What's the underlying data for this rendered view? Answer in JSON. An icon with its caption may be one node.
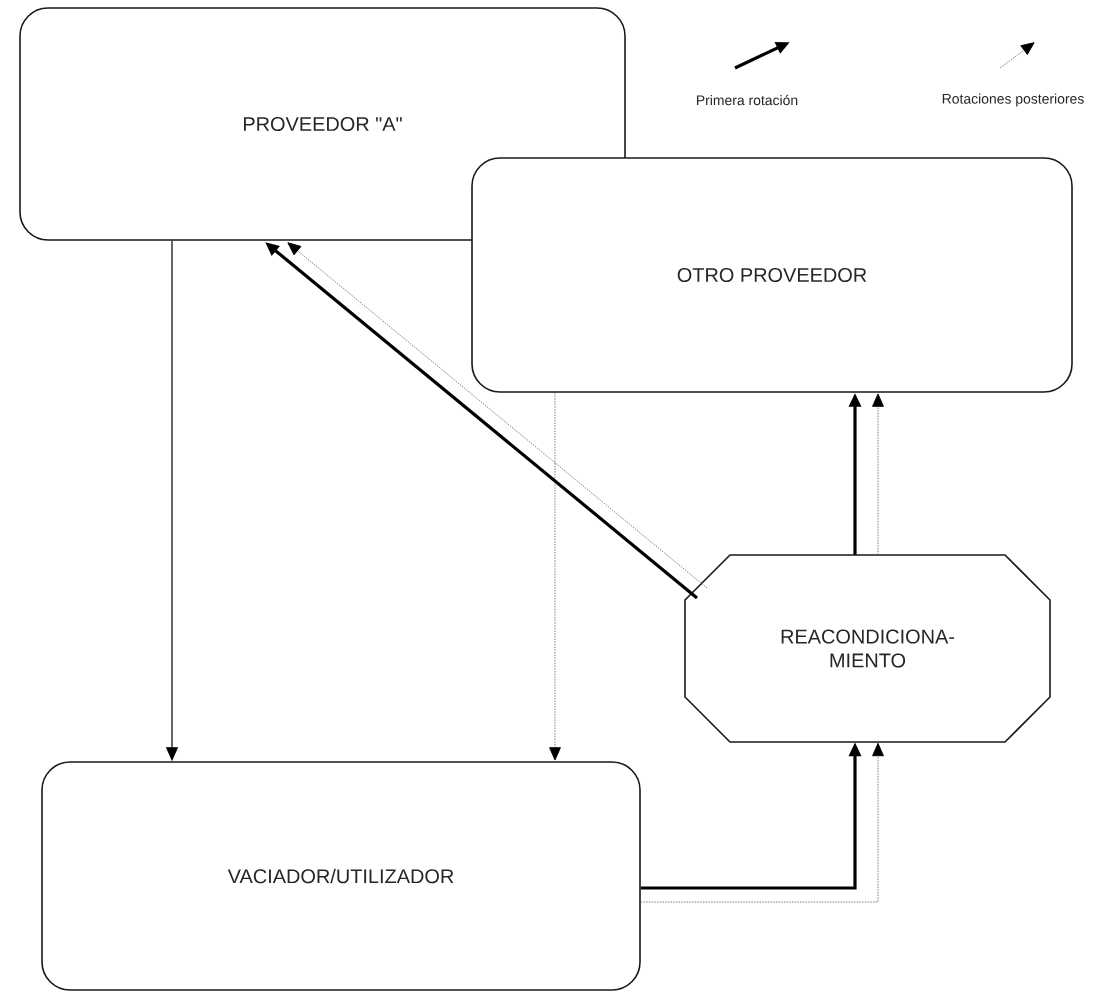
{
  "diagram": {
    "nodes": [
      {
        "text": [
          "PROVEEDOR \"A\""
        ]
      },
      {
        "text": [
          "OTRO PROVEEDOR"
        ]
      },
      {
        "text": [
          "REACONDICIONA- MIENTO"
        ]
      },
      {
        "text": [
          "VACIADOR/UTILIZADOR"
        ]
      }
    ],
    "edges": [
      {
        "from": 0,
        "to": 3,
        "arrow": "to"
      },
      {
        "from": 1,
        "to": 3,
        "arrow": "to",
        "style": "dashed",
        "color": "#737373"
      },
      {
        "from": 3,
        "to": 2,
        "arrow": "to",
        "style": "thick"
      },
      {
        "from": 3,
        "to": 2,
        "arrow": "to",
        "style": "dashed",
        "color": "#737373"
      },
      {
        "from": 2,
        "to": 1,
        "arrow": "to",
        "style": "thick"
      },
      {
        "from": 2,
        "to": 1,
        "arrow": "to",
        "style": "dashed",
        "color": "#737373"
      },
      {
        "from": 2,
        "to": 0,
        "arrow": "to",
        "style": "thick"
      },
      {
        "from": 2,
        "to": 0,
        "arrow": "to",
        "style": "dashed",
        "color": "#737373"
      }
    ],
    "legend": [
      {
        "text": "Primera rotación"
      },
      {
        "text": "Rotaciones posteriores"
      }
    ]
  }
}
